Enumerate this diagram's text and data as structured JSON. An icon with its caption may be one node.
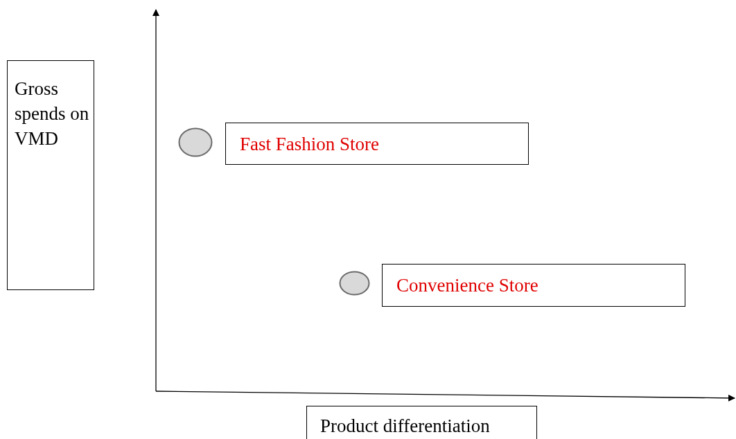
{
  "diagram": {
    "nodes": [
      {
        "text": [
          "Gross spends on VMD"
        ]
      },
      {
        "text": [],
        "shape": "circle"
      },
      {
        "text": [
          "Fast Fashion Store"
        ]
      },
      {
        "text": [],
        "shape": "circle"
      },
      {
        "text": [
          "Convenience Store"
        ]
      },
      {
        "text": [
          "Product differentiation"
        ]
      }
    ]
  }
}
